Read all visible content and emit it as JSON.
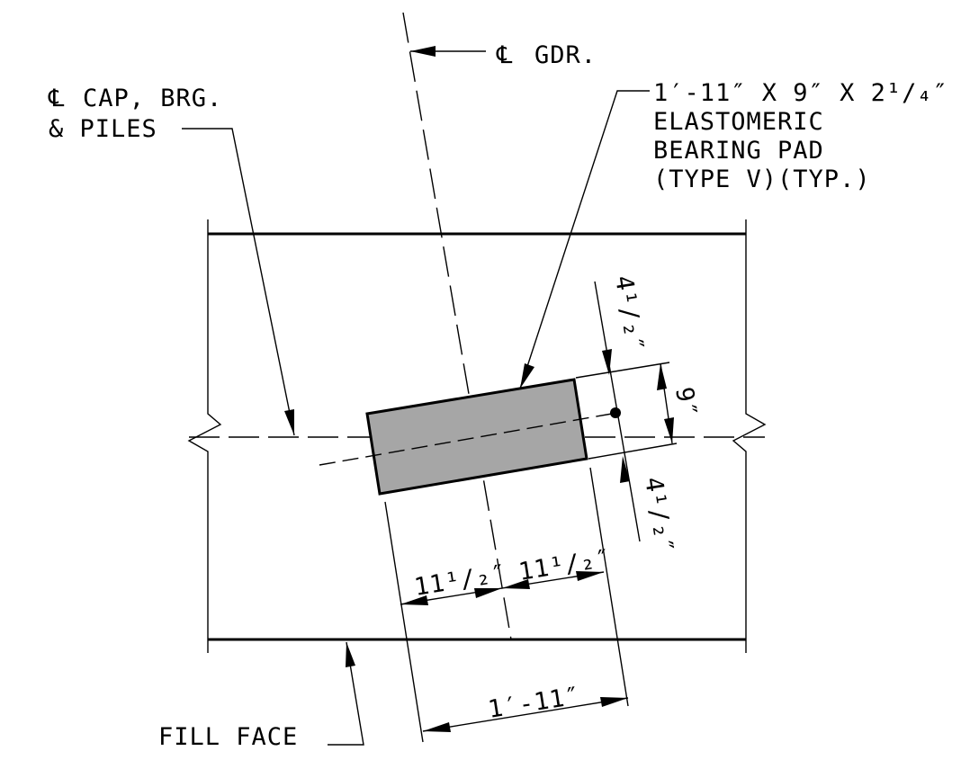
{
  "labels": {
    "cl_symbol": "℄",
    "girder": "GDR.",
    "cap_line1": "CAP, BRG.",
    "cap_line2": "& PILES",
    "pad_line1": "1′-11″ X 9″ X 2¹/₄″",
    "pad_line2": "ELASTOMERIC",
    "pad_line3": "BEARING PAD",
    "pad_line4": "(TYPE V)(TYP.)",
    "fill_face": "FILL FACE"
  },
  "dimensions": {
    "half_length_left": "11¹/₂″",
    "half_length_right": "11¹/₂″",
    "pad_length": "1′-11″",
    "pad_width": "9″",
    "half_width_top": "4¹/₂″",
    "half_width_bottom": "4¹/₂″"
  },
  "colors": {
    "pad_fill": "#a6a6a6",
    "line": "#000000"
  }
}
